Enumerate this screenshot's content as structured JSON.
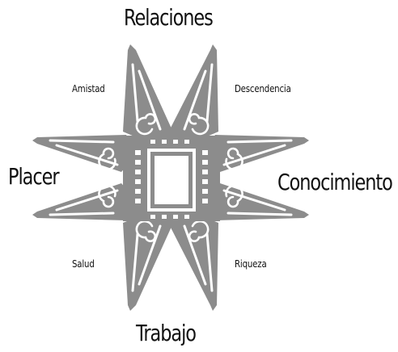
{
  "labels": {
    "top": "Relaciones",
    "bottom": "Trabajo",
    "left": "Placer",
    "right": "Conocimiento",
    "upper_left": "Amistad",
    "upper_right": "Descendencia",
    "lower_left": "Salud",
    "lower_right": "Riqueza"
  },
  "colors": {
    "emblem": "#8c8c8c",
    "background": "#ffffff",
    "text": "#111111"
  }
}
